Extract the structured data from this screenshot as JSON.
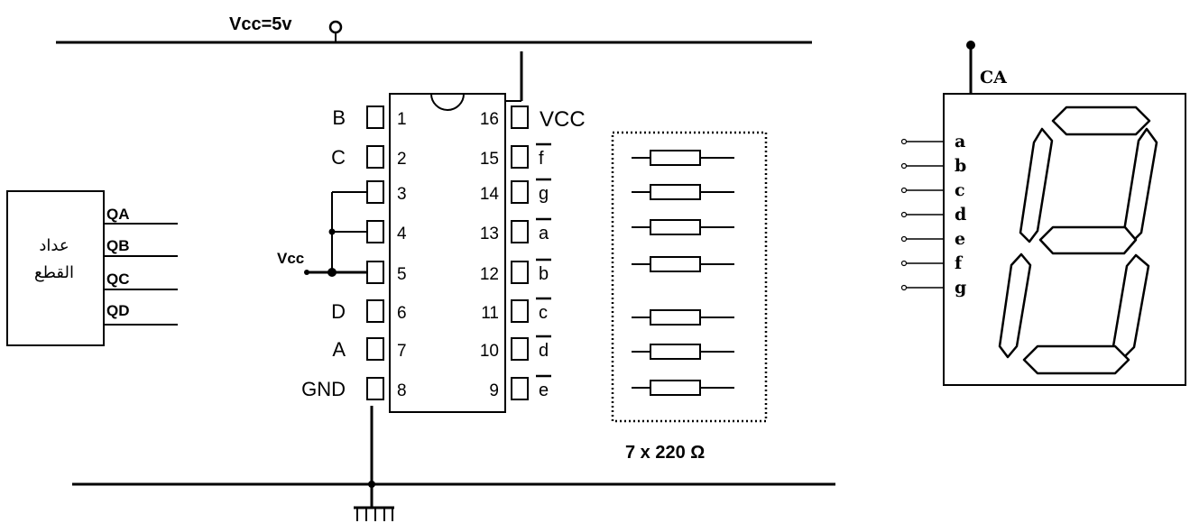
{
  "supply": {
    "label": "Vcc=5v"
  },
  "counter": {
    "title_line1": "عداد",
    "title_line2": "القطع",
    "outputs": [
      "QA",
      "QB",
      "QC",
      "QD"
    ]
  },
  "decoder": {
    "vcc_input_label": "Vcc",
    "left_pins": [
      {
        "num": "1",
        "label": "B"
      },
      {
        "num": "2",
        "label": "C"
      },
      {
        "num": "3",
        "label": ""
      },
      {
        "num": "4",
        "label": ""
      },
      {
        "num": "5",
        "label": ""
      },
      {
        "num": "6",
        "label": "D"
      },
      {
        "num": "7",
        "label": "A"
      },
      {
        "num": "8",
        "label": "GND"
      }
    ],
    "right_pins": [
      {
        "num": "16",
        "label": "VCC"
      },
      {
        "num": "15",
        "label": "f"
      },
      {
        "num": "14",
        "label": "g"
      },
      {
        "num": "13",
        "label": "a"
      },
      {
        "num": "12",
        "label": "b"
      },
      {
        "num": "11",
        "label": "c"
      },
      {
        "num": "10",
        "label": "d"
      },
      {
        "num": "9",
        "label": "e"
      }
    ]
  },
  "resistors": {
    "count": 7,
    "label": "7 x 220 Ω"
  },
  "display": {
    "common_label": "CA",
    "segments": [
      "a",
      "b",
      "c",
      "d",
      "e",
      "f",
      "g"
    ]
  },
  "colors": {
    "ink": "#000000",
    "background": "#ffffff"
  }
}
